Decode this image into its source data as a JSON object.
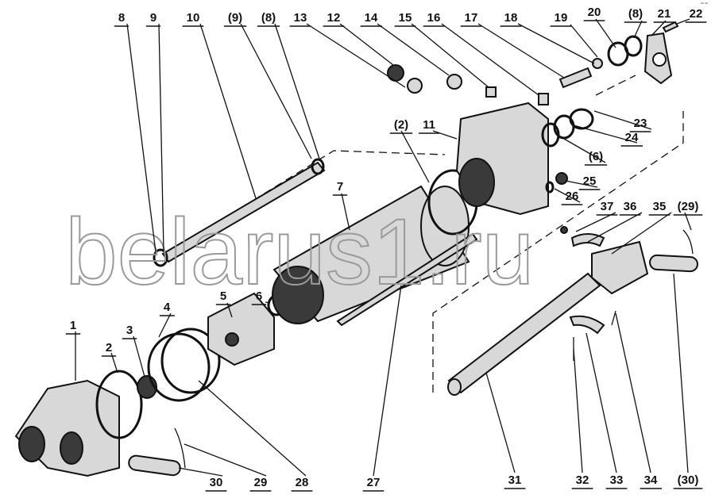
{
  "diagram": {
    "title": "Hydraulic cylinder exploded view",
    "watermark": "belarus1.ru",
    "corner_mark": "ᵃᵃ ᵃᵃ",
    "labels": {
      "l8a": "8",
      "l9a": "9",
      "l10": "10",
      "l9b": "(9)",
      "l8b": "(8)",
      "l13": "13",
      "l12": "12",
      "l14": "14",
      "l15": "15",
      "l16": "16",
      "l17": "17",
      "l18": "18",
      "l19": "19",
      "l20": "20",
      "l8c": "(8)",
      "l21": "21",
      "l22": "22",
      "l23": "23",
      "l24": "24",
      "l6b": "(6)",
      "l25": "25",
      "l26": "26",
      "l37": "37",
      "l36": "36",
      "l35": "35",
      "l29b": "(29)",
      "l2b": "(2)",
      "l11": "11",
      "l7": "7",
      "l6": "6",
      "l5": "5",
      "l4": "4",
      "l3": "3",
      "l2": "2",
      "l1": "1",
      "l30": "30",
      "l29": "29",
      "l28": "28",
      "l27": "27",
      "l31": "31",
      "l32": "32",
      "l33": "33",
      "l34": "34",
      "l30b": "(30)"
    }
  }
}
